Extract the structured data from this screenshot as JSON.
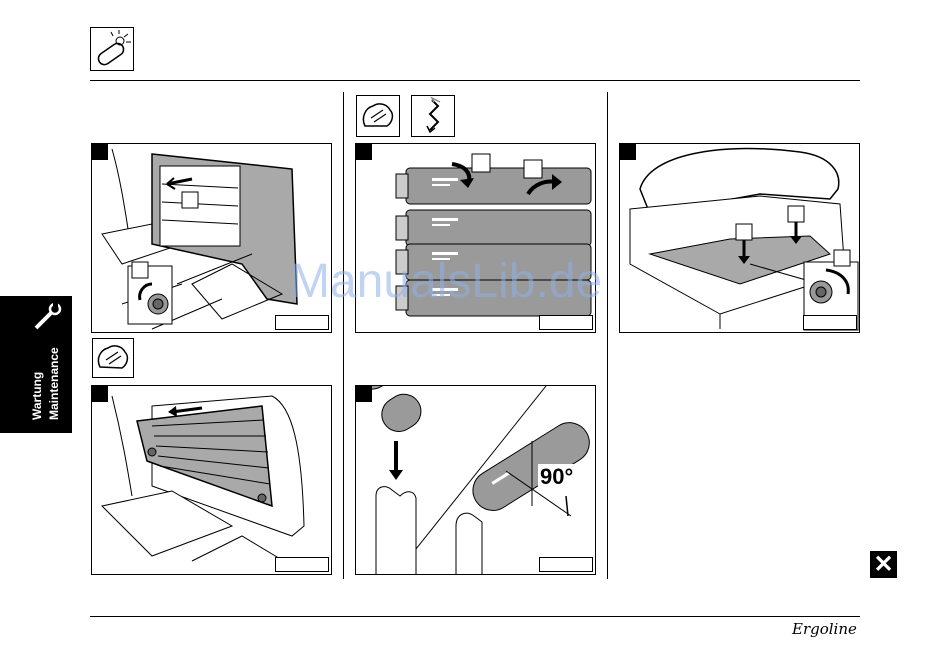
{
  "side_tab": {
    "line1": "Wartung",
    "line2": "Maintenance"
  },
  "angle_label": "90°",
  "brand": "Ergoline",
  "watermark": "ManualsLib.de",
  "close_symbol": "✕",
  "icons": {
    "header": "lamp-tube-icon",
    "touch_left": "hand-touch-icon",
    "touch_middle": "hand-touch-icon",
    "rotate_middle": "rotate-arrow-icon",
    "close": "close-icon",
    "wrench": "wrench-icon"
  },
  "colors": {
    "panel_gray": "#a9a9a9",
    "tube_gray": "#9a9a9a",
    "watermark": "#8fb0e8"
  }
}
